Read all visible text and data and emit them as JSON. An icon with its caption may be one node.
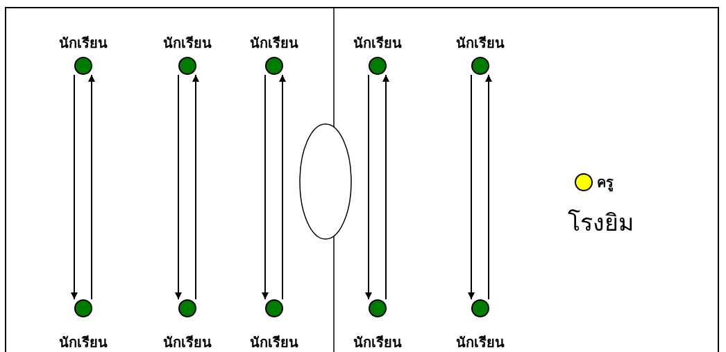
{
  "diagram": {
    "nodes": [
      {
        "text": [
          "นักเรียน"
        ]
      },
      {
        "text": [
          "นักเรียน"
        ]
      },
      {
        "text": [
          "นักเรียน"
        ]
      },
      {
        "text": [
          "นักเรียน"
        ]
      },
      {
        "text": [
          "นักเรียน"
        ]
      },
      {
        "text": [
          "นักเรียน"
        ]
      },
      {
        "text": [
          "นักเรียน"
        ]
      },
      {
        "text": [
          "นักเรียน"
        ]
      },
      {
        "text": [
          "นักเรียน"
        ]
      },
      {
        "text": [
          "นักเรียน"
        ]
      },
      {
        "text": [
          "ครู"
        ]
      }
    ],
    "edges": [
      {
        "from": 0,
        "to": 5,
        "arrow": "to"
      },
      {
        "from": 5,
        "to": 0,
        "arrow": "to"
      },
      {
        "from": 1,
        "to": 6,
        "arrow": "to"
      },
      {
        "from": 6,
        "to": 1,
        "arrow": "to"
      },
      {
        "from": 2,
        "to": 7,
        "arrow": "to"
      },
      {
        "from": 7,
        "to": 2,
        "arrow": "to"
      },
      {
        "from": 3,
        "to": 8,
        "arrow": "to"
      },
      {
        "from": 8,
        "to": 3,
        "arrow": "to"
      },
      {
        "from": 4,
        "to": 9,
        "arrow": "to"
      },
      {
        "from": 9,
        "to": 4,
        "arrow": "to"
      }
    ],
    "labels": [
      "โรงยิม"
    ]
  }
}
